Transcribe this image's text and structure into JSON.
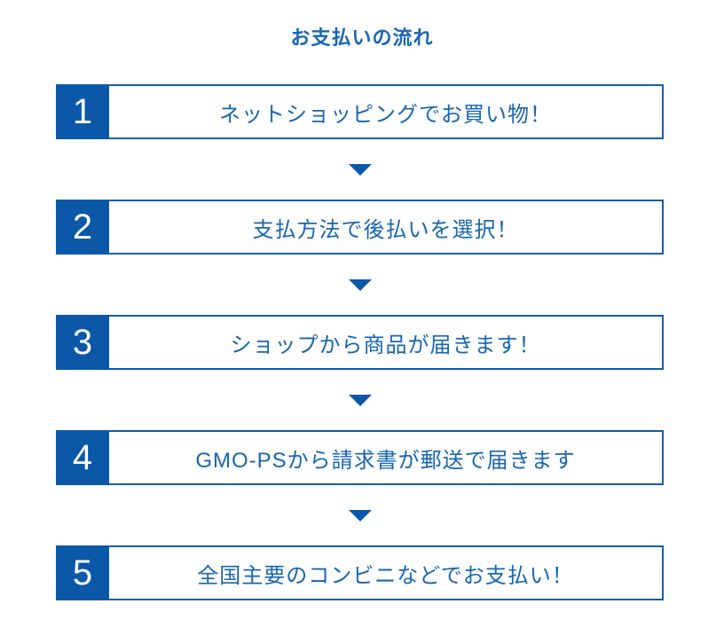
{
  "page": {
    "title": "お支払いの流れ"
  },
  "colors": {
    "primary": "#0b58a8",
    "border": "#0f5fa9",
    "text": "#1766b0",
    "number_text": "#ffffff",
    "background": "#ffffff"
  },
  "flow": {
    "separator_icon": "triangle-down",
    "steps": [
      {
        "number": "1",
        "label": "ネットショッピングでお買い物！"
      },
      {
        "number": "2",
        "label": "支払方法で後払いを選択！"
      },
      {
        "number": "3",
        "label": "ショップから商品が届きます！"
      },
      {
        "number": "4",
        "label": "GMO-PSから請求書が郵送で届きます"
      },
      {
        "number": "5",
        "label": "全国主要のコンビニなどでお支払い！"
      }
    ]
  }
}
